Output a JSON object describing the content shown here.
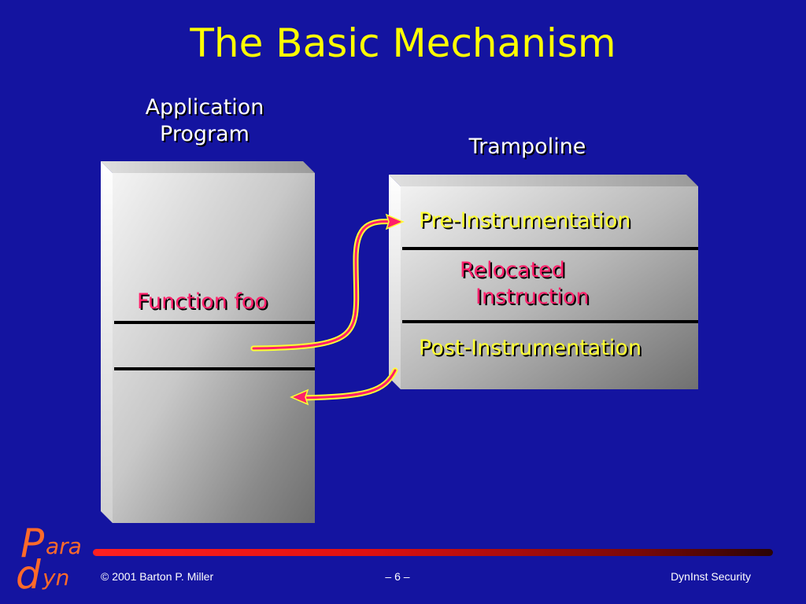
{
  "title": "The Basic Mechanism",
  "application_label": "Application Program",
  "application_label_line1": "Application",
  "application_label_line2": "Program",
  "trampoline_label": "Trampoline",
  "function_label": "Function foo",
  "pre_label": "Pre-Instrumentation",
  "relocated_line1": "Relocated",
  "relocated_line2": "Instruction",
  "post_label": "Post-Instrumentation",
  "footer": {
    "copyright": "© 2001 Barton P. Miller",
    "page": "– 6 –",
    "topic": "DynInst Security"
  },
  "logo": {
    "letter_p": "P",
    "ara": "ara",
    "letter_d": "d",
    "yn": "yn"
  },
  "colors": {
    "background": "#1414a0",
    "title": "#ffff00",
    "emphasis": "#ff1f6a",
    "arrow": "#ff1f6a",
    "arrow_outline": "#ffff33"
  }
}
